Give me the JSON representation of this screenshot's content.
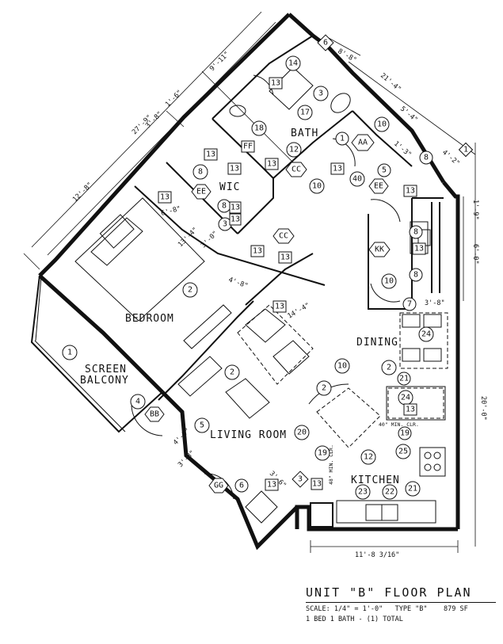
{
  "title": "UNIT \"B\" FLOOR PLAN",
  "meta": {
    "scale": "SCALE: 1/4\" = 1'-0\"",
    "type": "TYPE \"B\"",
    "area": "879 SF",
    "summary": "1 BED 1 BATH - (1) TOTAL"
  },
  "rooms": {
    "bath": "BATH",
    "wic": "WIC",
    "bedroom": "BEDROOM",
    "dining": "DINING",
    "balcony_line1": "SCREEN",
    "balcony_line2": "BALCONY",
    "living": "LIVING ROOM",
    "kitchen": "KITCHEN"
  },
  "dimensions": {
    "overall_diag": "27'-9\"",
    "top_width": "9'-11\"",
    "bath_top": "8'-8\"",
    "right_upper_diag": "21'-4\"",
    "left_lower_diag": "12'-8\"",
    "d_1_6": "1'-6\"",
    "d_3_8_a": "3'-8\"",
    "d_6_8": "6'-8\"",
    "d_13_4": "13'-4\"",
    "d_3_0": "3'-0\"",
    "d_4_8": "4'-8\"",
    "d_14_4": "14'-4\"",
    "d_5_4": "5'-4\"",
    "d_4_2": "4'-2\"",
    "d_1_9": "1'-9\"",
    "d_6_0": "6'-0\"",
    "d_3_8_b": "3'-8\"",
    "d_20_0": "20'-0\"",
    "d_4_0": "4'-0\"",
    "d_3_8_c": "3'-8\"",
    "d_3_6": "3'-6\"",
    "d_bottom": "11'-8 3/16\"",
    "d_1_3": "1'-3\""
  },
  "notes": {
    "clr_40": "40\" MIN. CLR.",
    "clr_48": "48\" MIN. CLR."
  },
  "circle_tags": [
    "14",
    "3",
    "17",
    "18",
    "10",
    "12",
    "8",
    "8",
    "8",
    "40",
    "5",
    "8",
    "10",
    "8",
    "10",
    "1",
    "3",
    "7",
    "24",
    "2",
    "2",
    "10",
    "2",
    "21",
    "24",
    "19",
    "4",
    "5",
    "20",
    "12",
    "25",
    "2",
    "19",
    "23",
    "22",
    "21",
    "6",
    "1"
  ],
  "square_tags": [
    "6",
    "13",
    "13",
    "FF",
    "13",
    "13",
    "13",
    "13",
    "13",
    "13",
    "13",
    "13",
    "13",
    "13",
    "13",
    "13",
    "13",
    "13"
  ],
  "hex_tags": [
    "AA",
    "EE",
    "EE",
    "CC",
    "CC",
    "KK",
    "BB",
    "GG"
  ],
  "triangle_tags": [
    "3",
    "1"
  ]
}
